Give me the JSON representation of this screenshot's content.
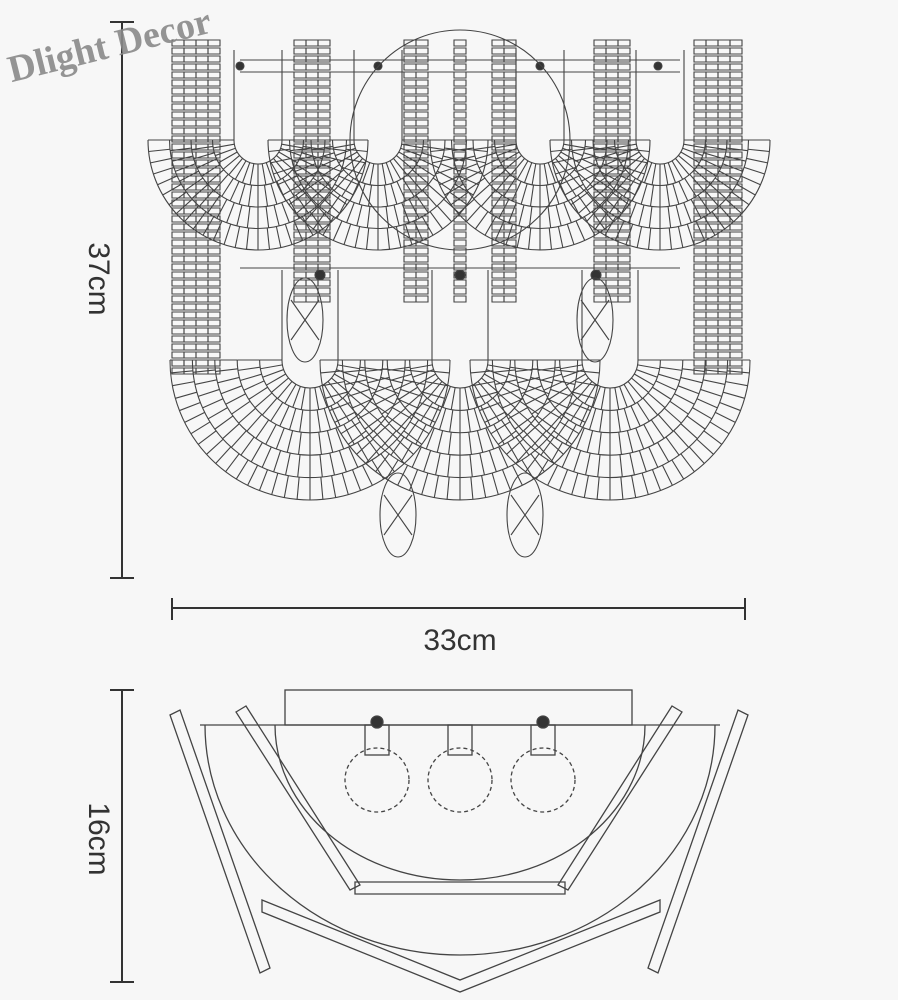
{
  "watermark": "Dlight Decor",
  "dimensions": {
    "height": "37cm",
    "width": "33cm",
    "depth": "16cm"
  },
  "colors": {
    "line": "#333333",
    "background": "#f7f7f7",
    "watermark": "#8a8a8a"
  }
}
